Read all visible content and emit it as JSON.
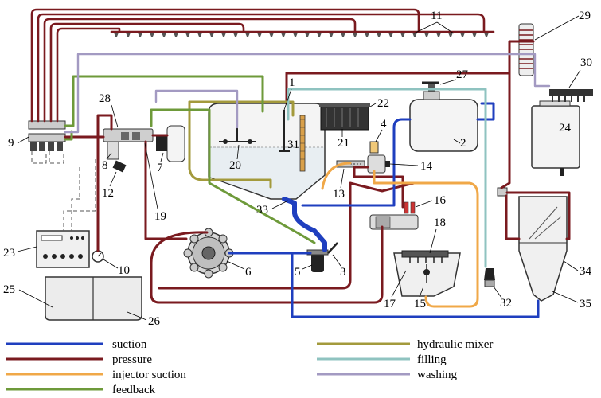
{
  "colors": {
    "suction": "#1f3fbf",
    "pressure": "#7a1a1f",
    "injector_suction": "#f0a848",
    "feedback": "#6e9a3a",
    "hydraulic_mixer": "#a39a3c",
    "filling": "#8fc3c0",
    "washing": "#a39ac2"
  },
  "legend": {
    "suction": "suction",
    "pressure": "pressure",
    "injector_suction": "injector suction",
    "feedback": "feedback",
    "hydraulic_mixer": "hydraulic mixer",
    "filling": "filling",
    "washing": "washing"
  },
  "labels": {
    "n1": "1",
    "n2": "2",
    "n3": "3",
    "n4": "4",
    "n5": "5",
    "n6": "6",
    "n7": "7",
    "n8": "8",
    "n9": "9",
    "n10": "10",
    "n11": "11",
    "n12": "12",
    "n13": "13",
    "n14": "14",
    "n15": "15",
    "n16": "16",
    "n17": "17",
    "n18": "18",
    "n19": "19",
    "n20": "20",
    "n21": "21",
    "n22": "22",
    "n23": "23",
    "n24": "24",
    "n25": "25",
    "n26": "26",
    "n27": "27",
    "n28": "28",
    "n29": "29",
    "n30": "30",
    "n31": "31",
    "n32": "32",
    "n33": "33",
    "n34": "34",
    "n35": "35"
  }
}
